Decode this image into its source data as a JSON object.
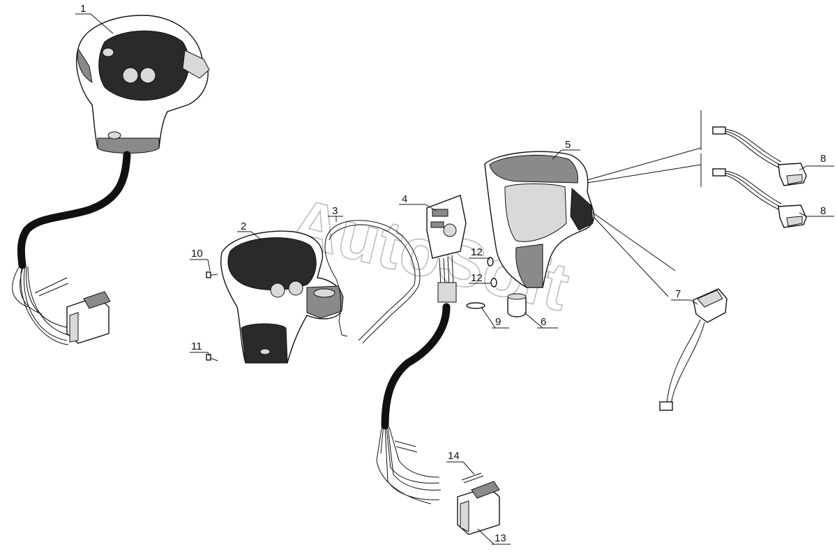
{
  "watermark": "AutoSoft",
  "callouts": [
    {
      "id": "c1",
      "label": "1"
    },
    {
      "id": "c2",
      "label": "2"
    },
    {
      "id": "c3",
      "label": "3"
    },
    {
      "id": "c4",
      "label": "4"
    },
    {
      "id": "c5",
      "label": "5"
    },
    {
      "id": "c6",
      "label": "6"
    },
    {
      "id": "c7",
      "label": "7"
    },
    {
      "id": "c8a",
      "label": "8"
    },
    {
      "id": "c8b",
      "label": "8"
    },
    {
      "id": "c9",
      "label": "9"
    },
    {
      "id": "c10",
      "label": "10"
    },
    {
      "id": "c11",
      "label": "11"
    },
    {
      "id": "c12a",
      "label": "12"
    },
    {
      "id": "c12b",
      "label": "12"
    },
    {
      "id": "c13",
      "label": "13"
    },
    {
      "id": "c14",
      "label": "14"
    }
  ]
}
